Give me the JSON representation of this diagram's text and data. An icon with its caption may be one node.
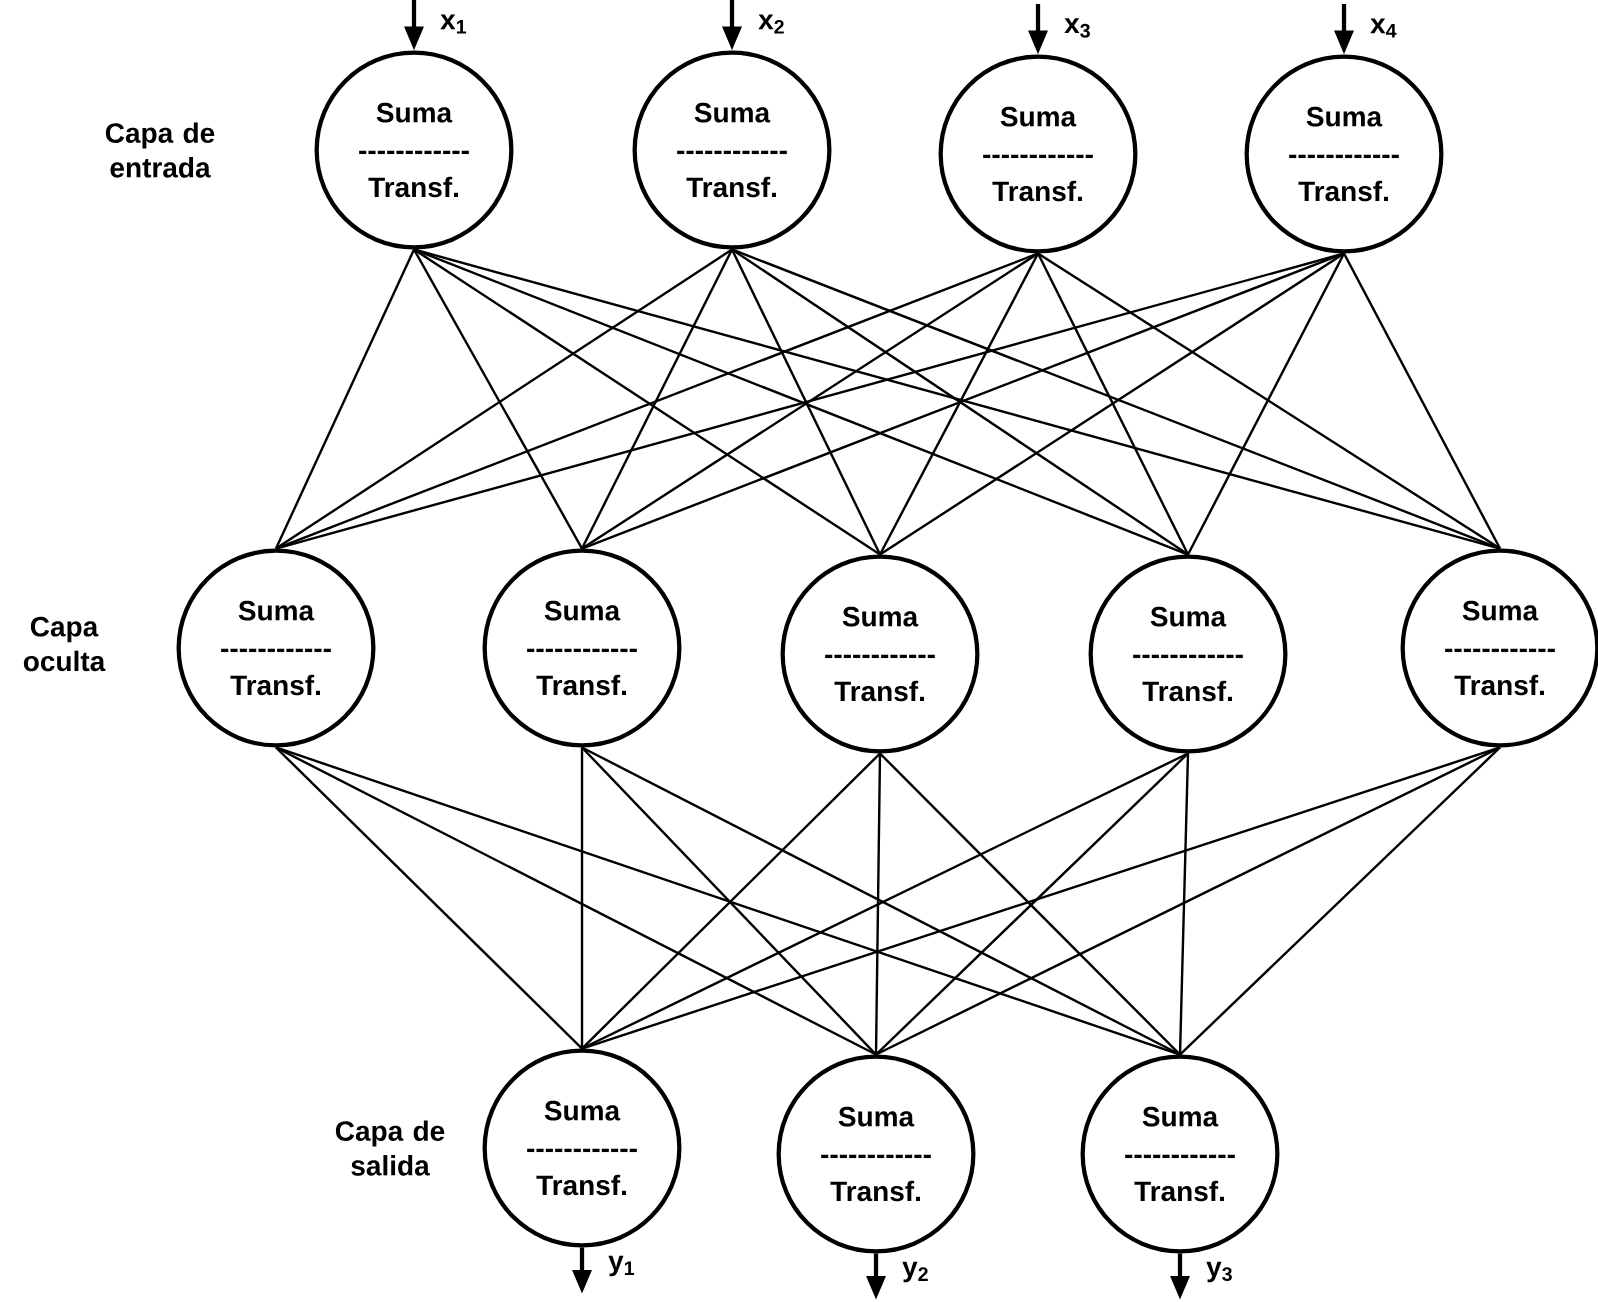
{
  "diagram": {
    "nodes": [
      {
        "text": [
          "Suma",
          "------------",
          "Transf."
        ]
      },
      {
        "text": [
          "Suma",
          "------------",
          "Transf."
        ]
      },
      {
        "text": [
          "Suma",
          "------------",
          "Transf."
        ]
      },
      {
        "text": [
          "Suma",
          "------------",
          "Transf."
        ]
      },
      {
        "text": [
          "Suma",
          "------------",
          "Transf."
        ]
      },
      {
        "text": [
          "Suma",
          "------------",
          "Transf."
        ]
      },
      {
        "text": [
          "Suma",
          "------------",
          "Transf."
        ]
      },
      {
        "text": [
          "Suma",
          "------------",
          "Transf."
        ]
      },
      {
        "text": [
          "Suma",
          "------------",
          "Transf."
        ]
      },
      {
        "text": [
          "Suma",
          "------------",
          "Transf."
        ]
      },
      {
        "text": [
          "Suma",
          "------------",
          "Transf."
        ]
      },
      {
        "text": [
          "Suma",
          "------------",
          "Transf."
        ]
      }
    ],
    "edges": [
      {
        "from": null,
        "to": 0,
        "arrow": "to",
        "label": "x$_{1}$"
      },
      {
        "from": null,
        "to": 1,
        "arrow": "to",
        "label": "x$_{2}$"
      },
      {
        "from": null,
        "to": 2,
        "arrow": "to",
        "label": "x$_{3}$"
      },
      {
        "from": null,
        "to": 3,
        "arrow": "to",
        "label": "x$_{4}$"
      },
      {
        "from": 0,
        "to": 4,
        "arrow": "none"
      },
      {
        "from": 0,
        "to": 5,
        "arrow": "none"
      },
      {
        "from": 0,
        "to": 6,
        "arrow": "none"
      },
      {
        "from": 0,
        "to": 7,
        "arrow": "none"
      },
      {
        "from": 0,
        "to": 8,
        "arrow": "none"
      },
      {
        "from": 1,
        "to": 4,
        "arrow": "none"
      },
      {
        "from": 1,
        "to": 5,
        "arrow": "none"
      },
      {
        "from": 1,
        "to": 6,
        "arrow": "none"
      },
      {
        "from": 1,
        "to": 7,
        "arrow": "none"
      },
      {
        "from": 1,
        "to": 8,
        "arrow": "none"
      },
      {
        "from": 2,
        "to": 4,
        "arrow": "none"
      },
      {
        "from": 2,
        "to": 5,
        "arrow": "none"
      },
      {
        "from": 2,
        "to": 6,
        "arrow": "none"
      },
      {
        "from": 2,
        "to": 7,
        "arrow": "none"
      },
      {
        "from": 2,
        "to": 8,
        "arrow": "none"
      },
      {
        "from": 3,
        "to": 4,
        "arrow": "none"
      },
      {
        "from": 3,
        "to": 5,
        "arrow": "none"
      },
      {
        "from": 3,
        "to": 6,
        "arrow": "none"
      },
      {
        "from": 3,
        "to": 7,
        "arrow": "none"
      },
      {
        "from": 3,
        "to": 8,
        "arrow": "none"
      },
      {
        "from": 4,
        "to": 9,
        "arrow": "none"
      },
      {
        "from": 4,
        "to": 10,
        "arrow": "none"
      },
      {
        "from": 4,
        "to": 11,
        "arrow": "none"
      },
      {
        "from": 5,
        "to": 9,
        "arrow": "none"
      },
      {
        "from": 5,
        "to": 10,
        "arrow": "none"
      },
      {
        "from": 5,
        "to": 11,
        "arrow": "none"
      },
      {
        "from": 6,
        "to": 9,
        "arrow": "none"
      },
      {
        "from": 6,
        "to": 10,
        "arrow": "none"
      },
      {
        "from": 6,
        "to": 11,
        "arrow": "none"
      },
      {
        "from": 7,
        "to": 9,
        "arrow": "none"
      },
      {
        "from": 7,
        "to": 10,
        "arrow": "none"
      },
      {
        "from": 7,
        "to": 11,
        "arrow": "none"
      },
      {
        "from": 8,
        "to": 9,
        "arrow": "none"
      },
      {
        "from": 8,
        "to": 10,
        "arrow": "none"
      },
      {
        "from": 8,
        "to": 11,
        "arrow": "none"
      },
      {
        "from": 9,
        "to": null,
        "arrow": "to",
        "label": "y$_{1}$"
      },
      {
        "from": 10,
        "to": null,
        "arrow": "to",
        "label": "y$_{2}$"
      },
      {
        "from": 11,
        "to": null,
        "arrow": "to",
        "label": "y$_{3}$"
      }
    ],
    "labels": [
      "Capa de entrada",
      "Capa oculta",
      "Capa de salida"
    ]
  }
}
